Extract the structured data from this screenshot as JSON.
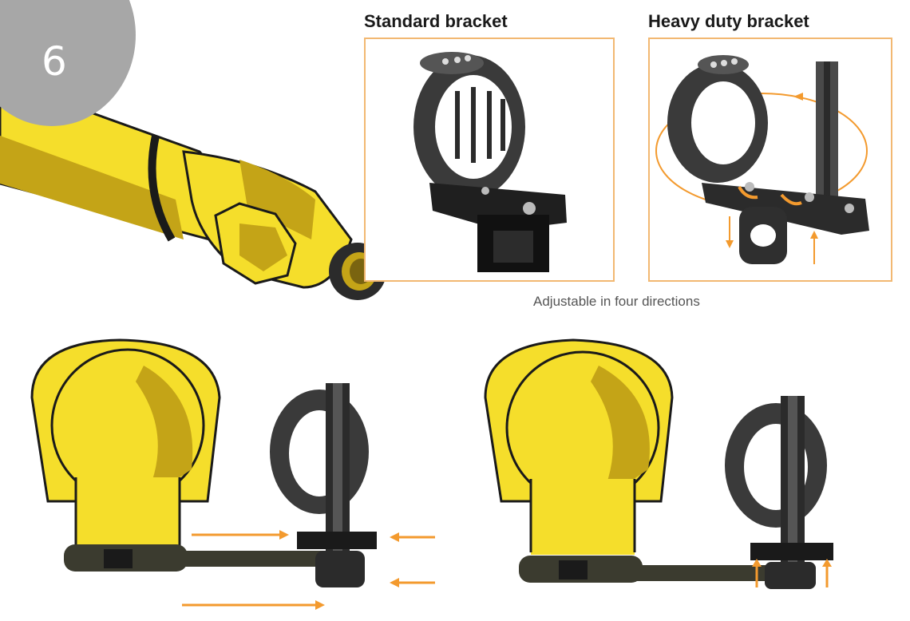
{
  "step_number": "6",
  "panels": [
    {
      "title": "Standard bracket"
    },
    {
      "title": "Heavy duty bracket"
    }
  ],
  "caption": "Adjustable in four directions",
  "colors": {
    "badge": "#a7a7a7",
    "panel_border": "#f2b872",
    "arrow": "#f39a2e",
    "yellow": "#f5de2b",
    "yellow_dark": "#c4a417",
    "bracket": "#2b2b2b"
  }
}
